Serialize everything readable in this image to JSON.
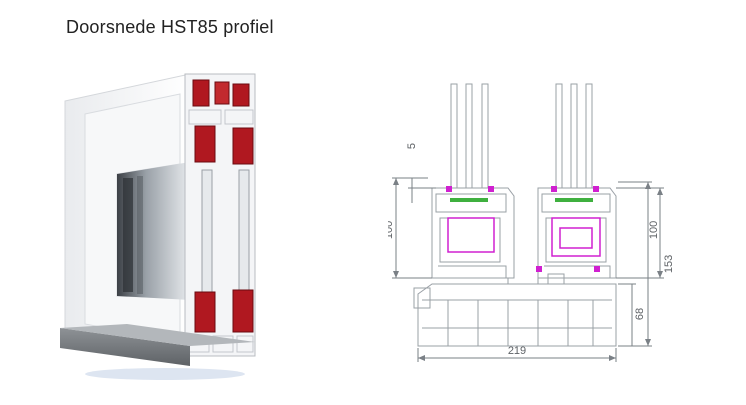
{
  "heading": {
    "title": "Doorsnede HST85 profiel"
  },
  "drawing": {
    "dimensions": {
      "gap_top": "5",
      "sash_left": "100",
      "sash_right": "100",
      "frame_height": "153",
      "rail_height": "68",
      "total_width": "219"
    }
  },
  "colors": {
    "reinforcement_red": "#b01820",
    "pvc_white": "#f4f5f7",
    "glass": "#8a9198",
    "drawing_line": "#9aa0a6",
    "gasket_magenta": "#d020d0",
    "seal_green": "#3fb03f"
  }
}
